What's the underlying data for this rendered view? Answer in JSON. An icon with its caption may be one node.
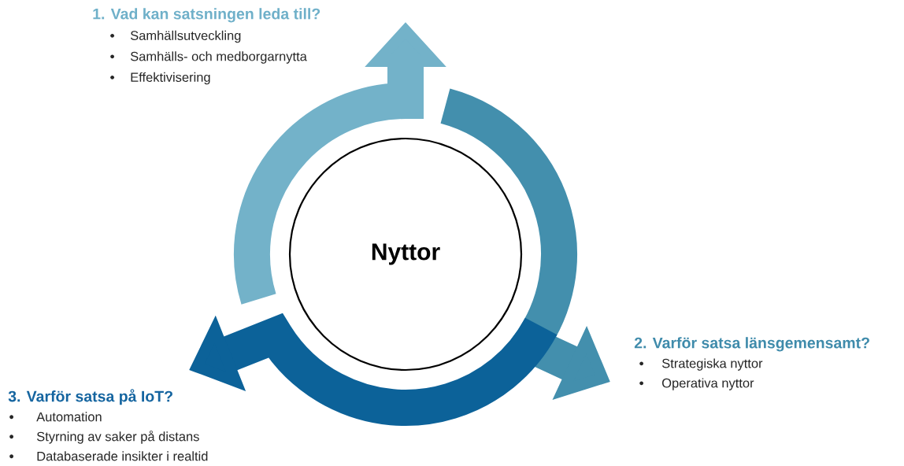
{
  "diagram": {
    "nodes": [
      {
        "text": [
          "Nyttor"
        ]
      },
      {
        "text": [
          "1. Vad kan satsningen leda till?",
          "Samhällsutveckling",
          "Samhälls- och medborgarnytta",
          "Effektivisering"
        ]
      },
      {
        "text": [
          "2. Varför satsa länsgemensamt?",
          "Strategiska nyttor",
          "Operativa nyttor"
        ]
      },
      {
        "text": [
          "3. Varför satsa på IoT?",
          "Automation",
          "Styrning av saker på distans",
          "Databaserade insikter i realtid"
        ]
      }
    ],
    "edges": [
      {
        "from": null,
        "to": 1,
        "arrow": "to",
        "color": "#73b2c9"
      },
      {
        "from": null,
        "to": 2,
        "arrow": "to",
        "color": "#438fad"
      },
      {
        "from": null,
        "to": 3,
        "arrow": "to",
        "color": "#0c6299"
      }
    ]
  }
}
